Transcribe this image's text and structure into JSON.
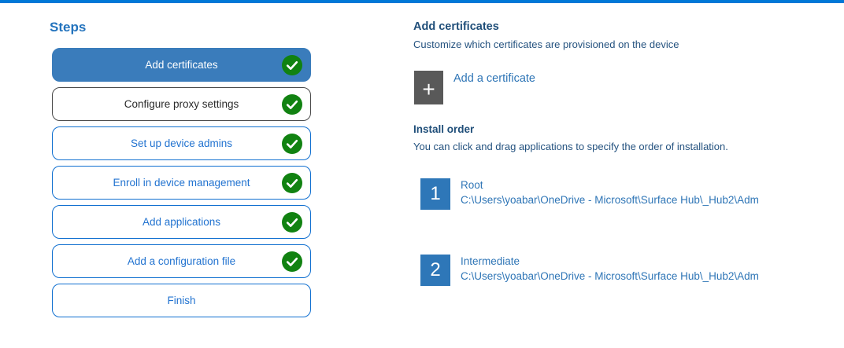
{
  "colors": {
    "accent_bar": "#0078d7",
    "selected_step_fill": "#3a7cbb",
    "step_border_blue": "#0f6fd0",
    "check_green": "#118211",
    "number_square_blue": "#2e77b8",
    "add_button_gray": "#595959",
    "heading_navy": "#1f4e79"
  },
  "sidebar": {
    "title": "Steps",
    "steps": [
      {
        "label": "Add certificates",
        "state": "selected",
        "checked": true
      },
      {
        "label": "Configure proxy settings",
        "state": "visited",
        "checked": true
      },
      {
        "label": "Set up device admins",
        "state": "normal",
        "checked": true
      },
      {
        "label": "Enroll in device management",
        "state": "normal",
        "checked": true
      },
      {
        "label": "Add applications",
        "state": "normal",
        "checked": true
      },
      {
        "label": "Add a configuration file",
        "state": "normal",
        "checked": true
      },
      {
        "label": "Finish",
        "state": "normal",
        "checked": false
      }
    ]
  },
  "main": {
    "section_title": "Add certificates",
    "section_subtitle": "Customize which certificates are provisioned on the device",
    "add_certificate": {
      "icon": "plus-icon",
      "plus_glyph": "+",
      "label": "Add a certificate"
    },
    "install_order": {
      "title": "Install order",
      "description": "You can click and drag applications to specify the order of installation.",
      "items": [
        {
          "order": "1",
          "name": "Root",
          "path": "C:\\Users\\yoabar\\OneDrive - Microsoft\\Surface Hub\\_Hub2\\Adm"
        },
        {
          "order": "2",
          "name": "Intermediate",
          "path": "C:\\Users\\yoabar\\OneDrive - Microsoft\\Surface Hub\\_Hub2\\Adm"
        }
      ]
    }
  }
}
